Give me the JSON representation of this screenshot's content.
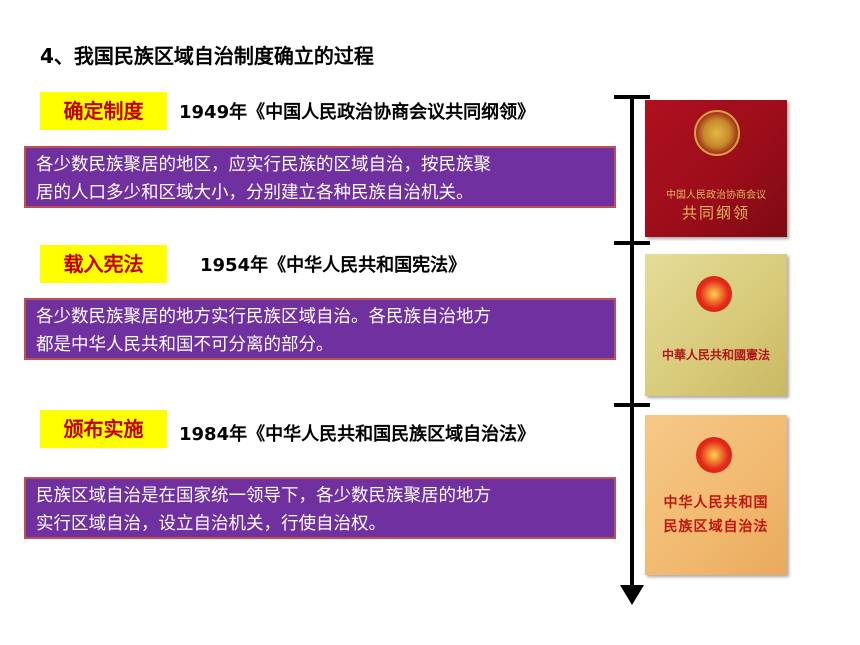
{
  "title": "4、我国民族区域自治制度确立的过程",
  "stages": [
    {
      "tag": "确定制度",
      "document": "1949年《中国人民政治协商会议共同纲领》",
      "description_lines": [
        "各少数民族聚居的地区，应实行民族的区域自治，按民族聚",
        "居的人口多少和区域大小，分别建立各种民族自治机关。"
      ]
    },
    {
      "tag": "载入宪法",
      "document": "1954年《中华人民共和国宪法》",
      "description_lines": [
        "各少数民族聚居的地方实行民族区域自治。各民族自治地方",
        "都是中华人民共和国不可分离的部分。"
      ]
    },
    {
      "tag": "颁布实施",
      "document": "1984年《中华人民共和国民族区域自治法》",
      "description_lines": [
        "民族区域自治是在国家统一领导下，各少数民族聚居的地方",
        "实行区域自治，设立自治机关，行使自治权。"
      ]
    }
  ],
  "book_covers": [
    {
      "line1": "中国人民政治协商会议",
      "line2": "共同纲领",
      "colors": {
        "cover": "#a30f1d",
        "text": "#e4b860"
      }
    },
    {
      "line1": "中華人民共和國憲法",
      "line2": "",
      "colors": {
        "cover": "#d9cb7c",
        "text": "#b0161b"
      }
    },
    {
      "line1": "中华人民共和国",
      "line2": "民族区域自治法",
      "colors": {
        "cover": "#f2bc74",
        "text": "#c0160e"
      }
    }
  ],
  "colors": {
    "tag_background": "#ffff00",
    "tag_text": "#c00000",
    "description_background": "#7030a0",
    "description_border": "#c0504d",
    "timeline": "#000000"
  }
}
